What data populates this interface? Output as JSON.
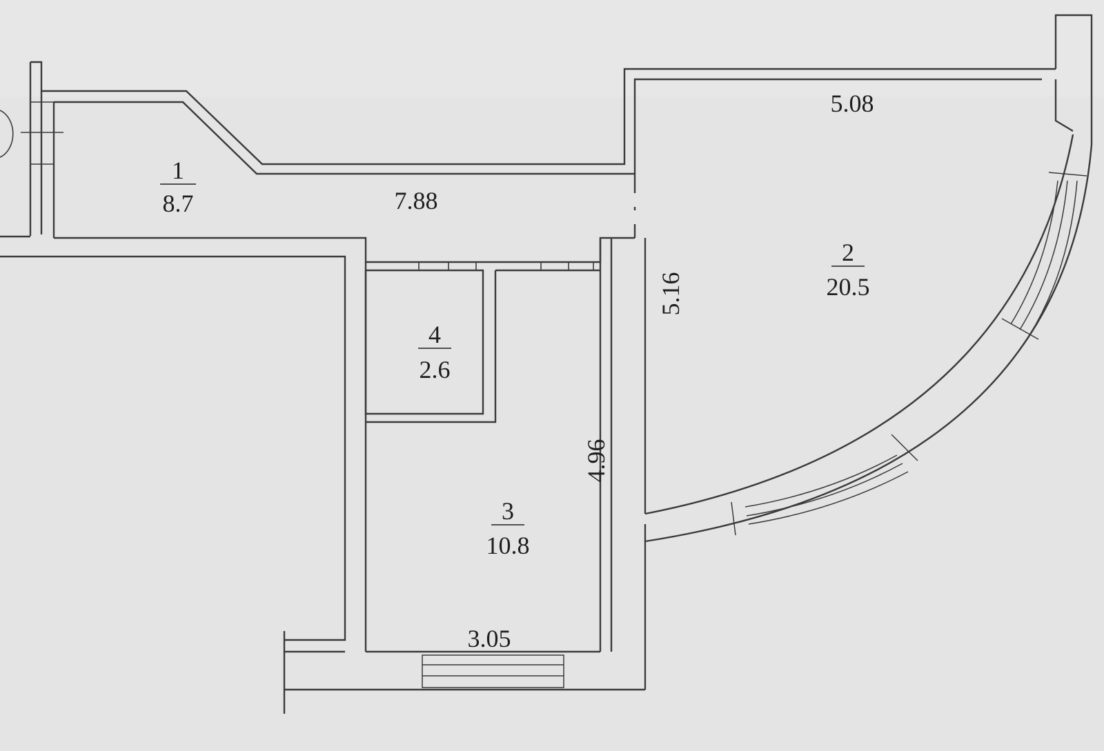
{
  "rooms": [
    {
      "number": "1",
      "area": "8.7"
    },
    {
      "number": "2",
      "area": "20.5"
    },
    {
      "number": "3",
      "area": "10.8"
    },
    {
      "number": "4",
      "area": "2.6"
    }
  ],
  "dimensions": {
    "hall_length": "7.88",
    "living_width": "5.08",
    "living_depth": "5.16",
    "bedroom_depth": "4.96",
    "bedroom_width": "3.05"
  },
  "colors": {
    "paper": "#e4e4e4",
    "ink": "#3a3a3a"
  }
}
